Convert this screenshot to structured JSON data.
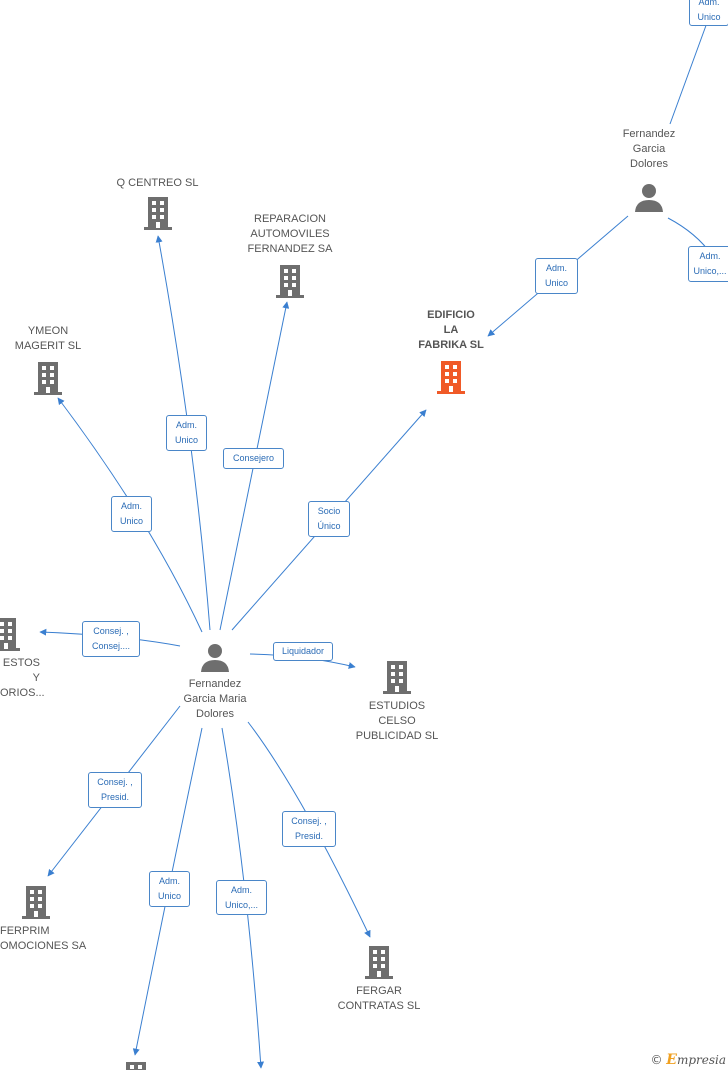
{
  "nodes": {
    "q_centreo": "Q CENTREO SL",
    "reparacion": "REPARACION\nAUTOMOVILES\nFERNANDEZ SA",
    "ymeon": "YMEON\nMAGERIT SL",
    "edificio": "EDIFICIO\nLA\nFABRIKA SL",
    "fernandez_top": "Fernandez\nGarcia\nDolores",
    "estos": "ESTOS\nY\nORIOS...",
    "fernandez_center": "Fernandez\nGarcia Maria\nDolores",
    "estudios": "ESTUDIOS\nCELSO\nPUBLICIDAD SL",
    "ferprim": "FERPRIM\nOMOCIONES SA",
    "fergar": "FERGAR\nCONTRATAS SL"
  },
  "relations": {
    "top_adm_unico": "Adm.\nUnico",
    "top_to_edificio": "Adm.\nUnico",
    "top_adm_unico_right": "Adm.\nUnico,...",
    "q_centreo": "Adm.\nUnico",
    "reparacion": "Consejero",
    "ymeon": "Adm.\nUnico",
    "edificio": "Socio\nÚnico",
    "estos": "Consej. ,\nConsej....",
    "estudios": "Liquidador",
    "ferprim": "Consej. ,\nPresid.",
    "bottom_left": "Adm.\nUnico",
    "bottom_right": "Adm.\nUnico,...",
    "fergar": "Consej. ,\nPresid."
  },
  "colors": {
    "edge": "#3a7fd0",
    "company": "#6e6e6e",
    "highlight": "#f05a28",
    "person": "#6e6e6e"
  },
  "logo": {
    "copyright": "©",
    "initial": "E",
    "rest": "mpresia"
  }
}
